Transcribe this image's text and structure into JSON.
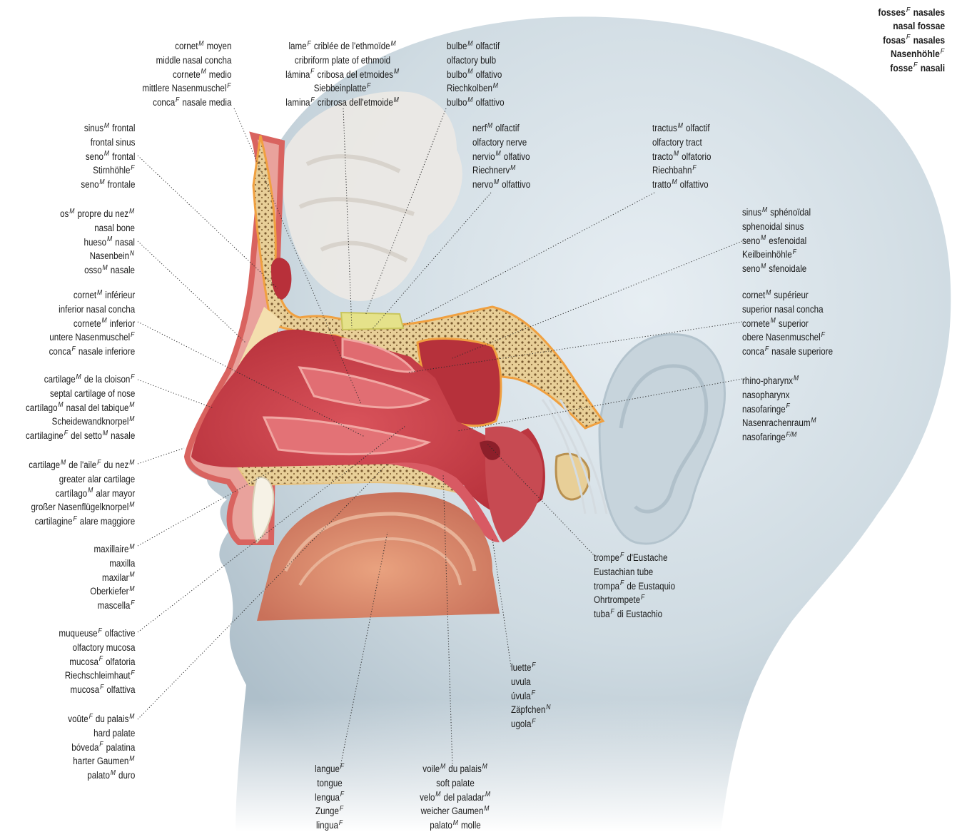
{
  "title": {
    "lines": [
      {
        "t": "fosses",
        "g": "F",
        "s": "nasales"
      },
      {
        "t": "nasal fossae"
      },
      {
        "t": "fosas",
        "g": "F",
        "s": "nasales"
      },
      {
        "t": "Nasenhöhle",
        "g": "F"
      },
      {
        "t": "fosse",
        "g": "F",
        "s": "nasali"
      }
    ]
  },
  "labels": [
    {
      "name": "middle-nasal-concha-label",
      "lines": [
        {
          "t": "cornet",
          "g": "M",
          "s": "moyen"
        },
        {
          "t": "middle nasal concha"
        },
        {
          "t": "cornete",
          "g": "M",
          "s": "medio"
        },
        {
          "t": "mittlere Nasenmuschel",
          "g": "F"
        },
        {
          "t": "conca",
          "g": "F",
          "s": "nasale media"
        }
      ]
    },
    {
      "name": "cribriform-plate-label",
      "lines": [
        {
          "t": "lame",
          "g": "F",
          "s": "criblée de l'ethmoïde",
          "g2": "M"
        },
        {
          "t": "cribriform plate of ethmoid"
        },
        {
          "t": "lámina",
          "g": "F",
          "s": "cribosa del etmoides",
          "g2": "M"
        },
        {
          "t": "Siebbeinplatte",
          "g": "F"
        },
        {
          "t": "lamina",
          "g": "F",
          "s": "cribrosa dell'etmoide",
          "g2": "M"
        }
      ]
    },
    {
      "name": "olfactory-bulb-label",
      "lines": [
        {
          "t": "bulbe",
          "g": "M",
          "s": "olfactif"
        },
        {
          "t": "olfactory bulb"
        },
        {
          "t": "bulbo",
          "g": "M",
          "s": "olfativo"
        },
        {
          "t": "Riechkolben",
          "g": "M"
        },
        {
          "t": "bulbo",
          "g": "M",
          "s": "olfattivo"
        }
      ]
    },
    {
      "name": "frontal-sinus-label",
      "lines": [
        {
          "t": "sinus",
          "g": "M",
          "s": "frontal"
        },
        {
          "t": "frontal sinus"
        },
        {
          "t": "seno",
          "g": "M",
          "s": "frontal"
        },
        {
          "t": "Stirnhöhle",
          "g": "F"
        },
        {
          "t": "seno",
          "g": "M",
          "s": "frontale"
        }
      ]
    },
    {
      "name": "olfactory-nerve-label",
      "lines": [
        {
          "t": "nerf",
          "g": "M",
          "s": "olfactif"
        },
        {
          "t": "olfactory nerve"
        },
        {
          "t": "nervio",
          "g": "M",
          "s": "olfativo"
        },
        {
          "t": "Riechnerv",
          "g": "M"
        },
        {
          "t": "nervo",
          "g": "M",
          "s": "olfattivo"
        }
      ]
    },
    {
      "name": "olfactory-tract-label",
      "lines": [
        {
          "t": "tractus",
          "g": "M",
          "s": "olfactif"
        },
        {
          "t": "olfactory tract"
        },
        {
          "t": "tracto",
          "g": "M",
          "s": "olfatorio"
        },
        {
          "t": "Riechbahn",
          "g": "F"
        },
        {
          "t": "tratto",
          "g": "M",
          "s": "olfattivo"
        }
      ]
    },
    {
      "name": "nasal-bone-label",
      "lines": [
        {
          "t": "os",
          "g": "M",
          "s": "propre du nez",
          "g2": "M"
        },
        {
          "t": "nasal bone"
        },
        {
          "t": "hueso",
          "g": "M",
          "s": "nasal"
        },
        {
          "t": "Nasenbein",
          "g": "N"
        },
        {
          "t": "osso",
          "g": "M",
          "s": "nasale"
        }
      ]
    },
    {
      "name": "sphenoidal-sinus-label",
      "lines": [
        {
          "t": "sinus",
          "g": "M",
          "s": "sphénoïdal"
        },
        {
          "t": "sphenoidal sinus"
        },
        {
          "t": "seno",
          "g": "M",
          "s": "esfenoidal"
        },
        {
          "t": "Keilbeinhöhle",
          "g": "F"
        },
        {
          "t": "seno",
          "g": "M",
          "s": "sfenoidale"
        }
      ]
    },
    {
      "name": "inferior-nasal-concha-label",
      "lines": [
        {
          "t": "cornet",
          "g": "M",
          "s": "inférieur"
        },
        {
          "t": "inferior nasal concha"
        },
        {
          "t": "cornete",
          "g": "M",
          "s": "inferior"
        },
        {
          "t": "untere Nasenmuschel",
          "g": "F"
        },
        {
          "t": "conca",
          "g": "F",
          "s": "nasale inferiore"
        }
      ]
    },
    {
      "name": "superior-nasal-concha-label",
      "lines": [
        {
          "t": "cornet",
          "g": "M",
          "s": "supérieur"
        },
        {
          "t": "superior nasal concha"
        },
        {
          "t": "cornete",
          "g": "M",
          "s": "superior"
        },
        {
          "t": "obere Nasenmuschel",
          "g": "F"
        },
        {
          "t": "conca",
          "g": "F",
          "s": "nasale superiore"
        }
      ]
    },
    {
      "name": "septal-cartilage-label",
      "lines": [
        {
          "t": "cartilage",
          "g": "M",
          "s": "de la cloison",
          "g2": "F"
        },
        {
          "t": "septal cartilage of nose"
        },
        {
          "t": "cartílago",
          "g": "M",
          "s": "nasal del tabique",
          "g2": "M"
        },
        {
          "t": "Scheidewandknorpel",
          "g": "M"
        },
        {
          "t": "cartilagine",
          "g": "F",
          "s": "del setto",
          "g2": "M",
          "s2": "nasale"
        }
      ]
    },
    {
      "name": "nasopharynx-label",
      "lines": [
        {
          "t": "rhino-pharynx",
          "g": "M"
        },
        {
          "t": "nasopharynx"
        },
        {
          "t": "nasofaringe",
          "g": "F"
        },
        {
          "t": "Nasenrachenraum",
          "g": "M"
        },
        {
          "t": "nasofaringe",
          "g": "F/M"
        }
      ]
    },
    {
      "name": "greater-alar-cartilage-label",
      "lines": [
        {
          "t": "cartilage",
          "g": "M",
          "s": "de l'aile",
          "g2": "F",
          "s2": "du nez",
          "g3": "M"
        },
        {
          "t": "greater alar cartilage"
        },
        {
          "t": "cartílago",
          "g": "M",
          "s": "alar mayor"
        },
        {
          "t": "großer Nasenflügelknorpel",
          "g": "M"
        },
        {
          "t": "cartilagine",
          "g": "F",
          "s": "alare maggiore"
        }
      ]
    },
    {
      "name": "maxilla-label",
      "lines": [
        {
          "t": "maxillaire",
          "g": "M"
        },
        {
          "t": "maxilla"
        },
        {
          "t": "maxilar",
          "g": "M"
        },
        {
          "t": "Oberkiefer",
          "g": "M"
        },
        {
          "t": "mascella",
          "g": "F"
        }
      ]
    },
    {
      "name": "eustachian-tube-label",
      "lines": [
        {
          "t": "trompe",
          "g": "F",
          "s": "d'Eustache"
        },
        {
          "t": "Eustachian tube"
        },
        {
          "t": "trompa",
          "g": "F",
          "s": "de Eustaquio"
        },
        {
          "t": "Ohrtrompete",
          "g": "F"
        },
        {
          "t": "tuba",
          "g": "F",
          "s": "di Eustachio"
        }
      ]
    },
    {
      "name": "olfactory-mucosa-label",
      "lines": [
        {
          "t": "muqueuse",
          "g": "F",
          "s": "olfactive"
        },
        {
          "t": "olfactory mucosa"
        },
        {
          "t": "mucosa",
          "g": "F",
          "s": "olfatoria"
        },
        {
          "t": "Riechschleimhaut",
          "g": "F"
        },
        {
          "t": "mucosa",
          "g": "F",
          "s": "olfattiva"
        }
      ]
    },
    {
      "name": "uvula-label",
      "lines": [
        {
          "t": "luette",
          "g": "F"
        },
        {
          "t": "uvula"
        },
        {
          "t": "úvula",
          "g": "F"
        },
        {
          "t": "Zäpfchen",
          "g": "N"
        },
        {
          "t": "ugola",
          "g": "F"
        }
      ]
    },
    {
      "name": "hard-palate-label",
      "lines": [
        {
          "t": "voûte",
          "g": "F",
          "s": "du palais",
          "g2": "M"
        },
        {
          "t": "hard palate"
        },
        {
          "t": "bóveda",
          "g": "F",
          "s": "palatina"
        },
        {
          "t": "harter Gaumen",
          "g": "M"
        },
        {
          "t": "palato",
          "g": "M",
          "s": "duro"
        }
      ]
    },
    {
      "name": "tongue-label",
      "lines": [
        {
          "t": "langue",
          "g": "F"
        },
        {
          "t": "tongue"
        },
        {
          "t": "lengua",
          "g": "F"
        },
        {
          "t": "Zunge",
          "g": "F"
        },
        {
          "t": "lingua",
          "g": "F"
        }
      ]
    },
    {
      "name": "soft-palate-label",
      "lines": [
        {
          "t": "voile",
          "g": "M",
          "s": "du palais",
          "g2": "M"
        },
        {
          "t": "soft palate"
        },
        {
          "t": "velo",
          "g": "M",
          "s": "del paladar",
          "g2": "M"
        },
        {
          "t": "weicher Gaumen",
          "g": "M"
        },
        {
          "t": "palato",
          "g": "M",
          "s": "molle"
        }
      ]
    }
  ]
}
